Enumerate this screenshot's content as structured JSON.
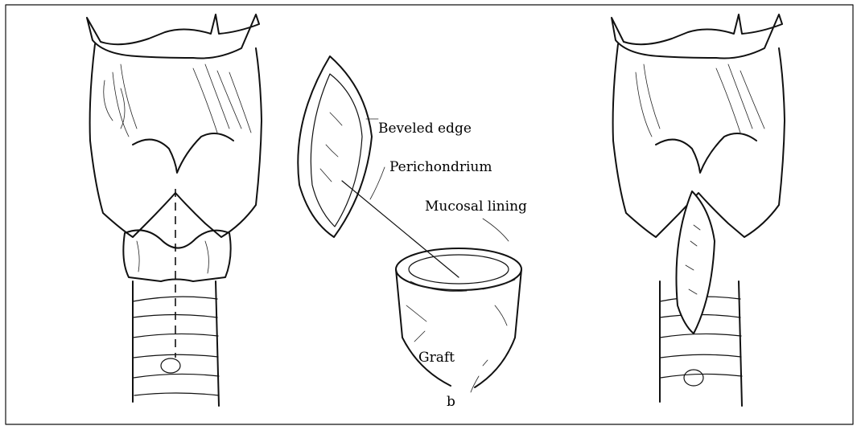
{
  "labels": {
    "beveled_edge": "Beveled edge",
    "perichondrium": "Perichondrium",
    "mucosal_lining": "Mucosal lining",
    "graft": "Graft",
    "panel_letter": "b"
  },
  "colors": {
    "ink": "#111111",
    "paper": "#ffffff"
  }
}
